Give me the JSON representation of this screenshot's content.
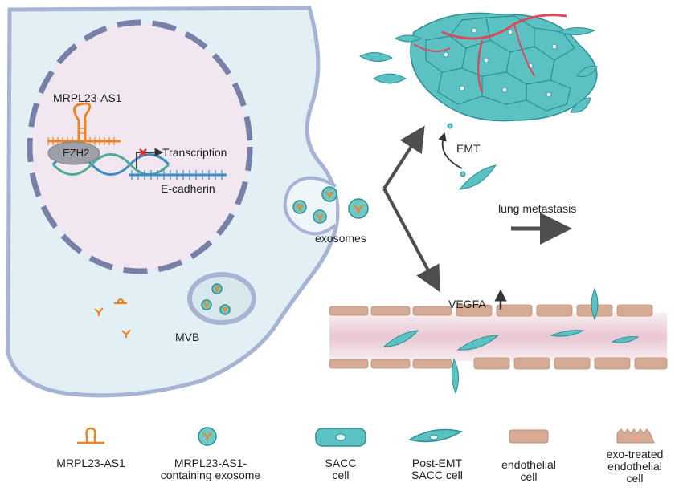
{
  "cell_labels": {
    "lncrna": "MRPL23-AS1",
    "ezh2": "EZH2",
    "transcription": "Transcription",
    "ecadherin": "E-cadherin",
    "exosomes": "exosomes",
    "mvb": "MVB"
  },
  "process_labels": {
    "emt": "EMT",
    "lung_metastasis": "lung metastasis",
    "vegfa": "VEGFA"
  },
  "legend": [
    {
      "label": "MRPL23-AS1",
      "icon": "lncrna-icon"
    },
    {
      "label": "MRPL23-AS1-\ncontaining exosome",
      "icon": "exosome-icon"
    },
    {
      "label": "SACC\ncell",
      "icon": "sacc-cell-icon"
    },
    {
      "label": "Post-EMT\nSACC cell",
      "icon": "post-emt-cell-icon"
    },
    {
      "label": "endothelial\ncell",
      "icon": "endothelial-cell-icon"
    },
    {
      "label": "exo-treated\nendothelial\ncell",
      "icon": "exo-treated-endothelial-icon"
    }
  ],
  "colors": {
    "cell_fill": "#e2f0f6",
    "cell_stroke": "#a6b3d3",
    "nucleus_fill": "#f0e7f1",
    "nucleus_dash": "#7880a8",
    "teal": "#5bc1c3",
    "teal_dark": "#2e8e92",
    "orange": "#ec8421",
    "vessel_red": "#d84c5c",
    "endothelial": "#d4ab95",
    "arrow_gray": "#4e4e4e"
  }
}
